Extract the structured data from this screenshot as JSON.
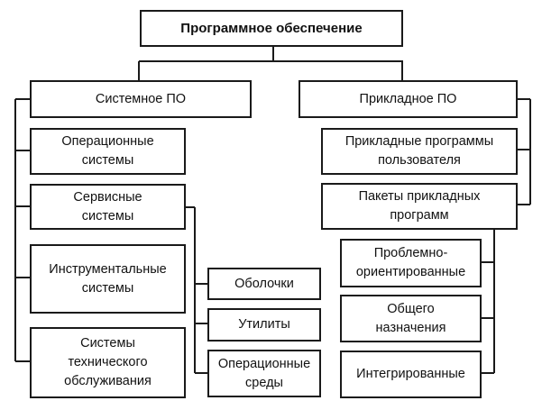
{
  "diagram": {
    "root": {
      "label": "Программное обеспечение"
    },
    "system_software": {
      "label": "Системное ПО",
      "children": [
        {
          "label": "Операционные\nсистемы"
        },
        {
          "label": "Сервисные\nсистемы",
          "children": [
            {
              "label": "Оболочки"
            },
            {
              "label": "Утилиты"
            },
            {
              "label": "Операционные\nсреды"
            }
          ]
        },
        {
          "label": "Инструментальные\nсистемы"
        },
        {
          "label": "Системы\nтехнического\nобслуживания"
        }
      ]
    },
    "application_software": {
      "label": "Прикладное ПО",
      "children": [
        {
          "label": "Прикладные программы\nпользователя"
        },
        {
          "label": "Пакеты прикладных\nпрограмм",
          "children": [
            {
              "label": "Проблемно-\nориентированные"
            },
            {
              "label": "Общего\nназначения"
            },
            {
              "label": "Интегрированные"
            }
          ]
        }
      ]
    }
  }
}
